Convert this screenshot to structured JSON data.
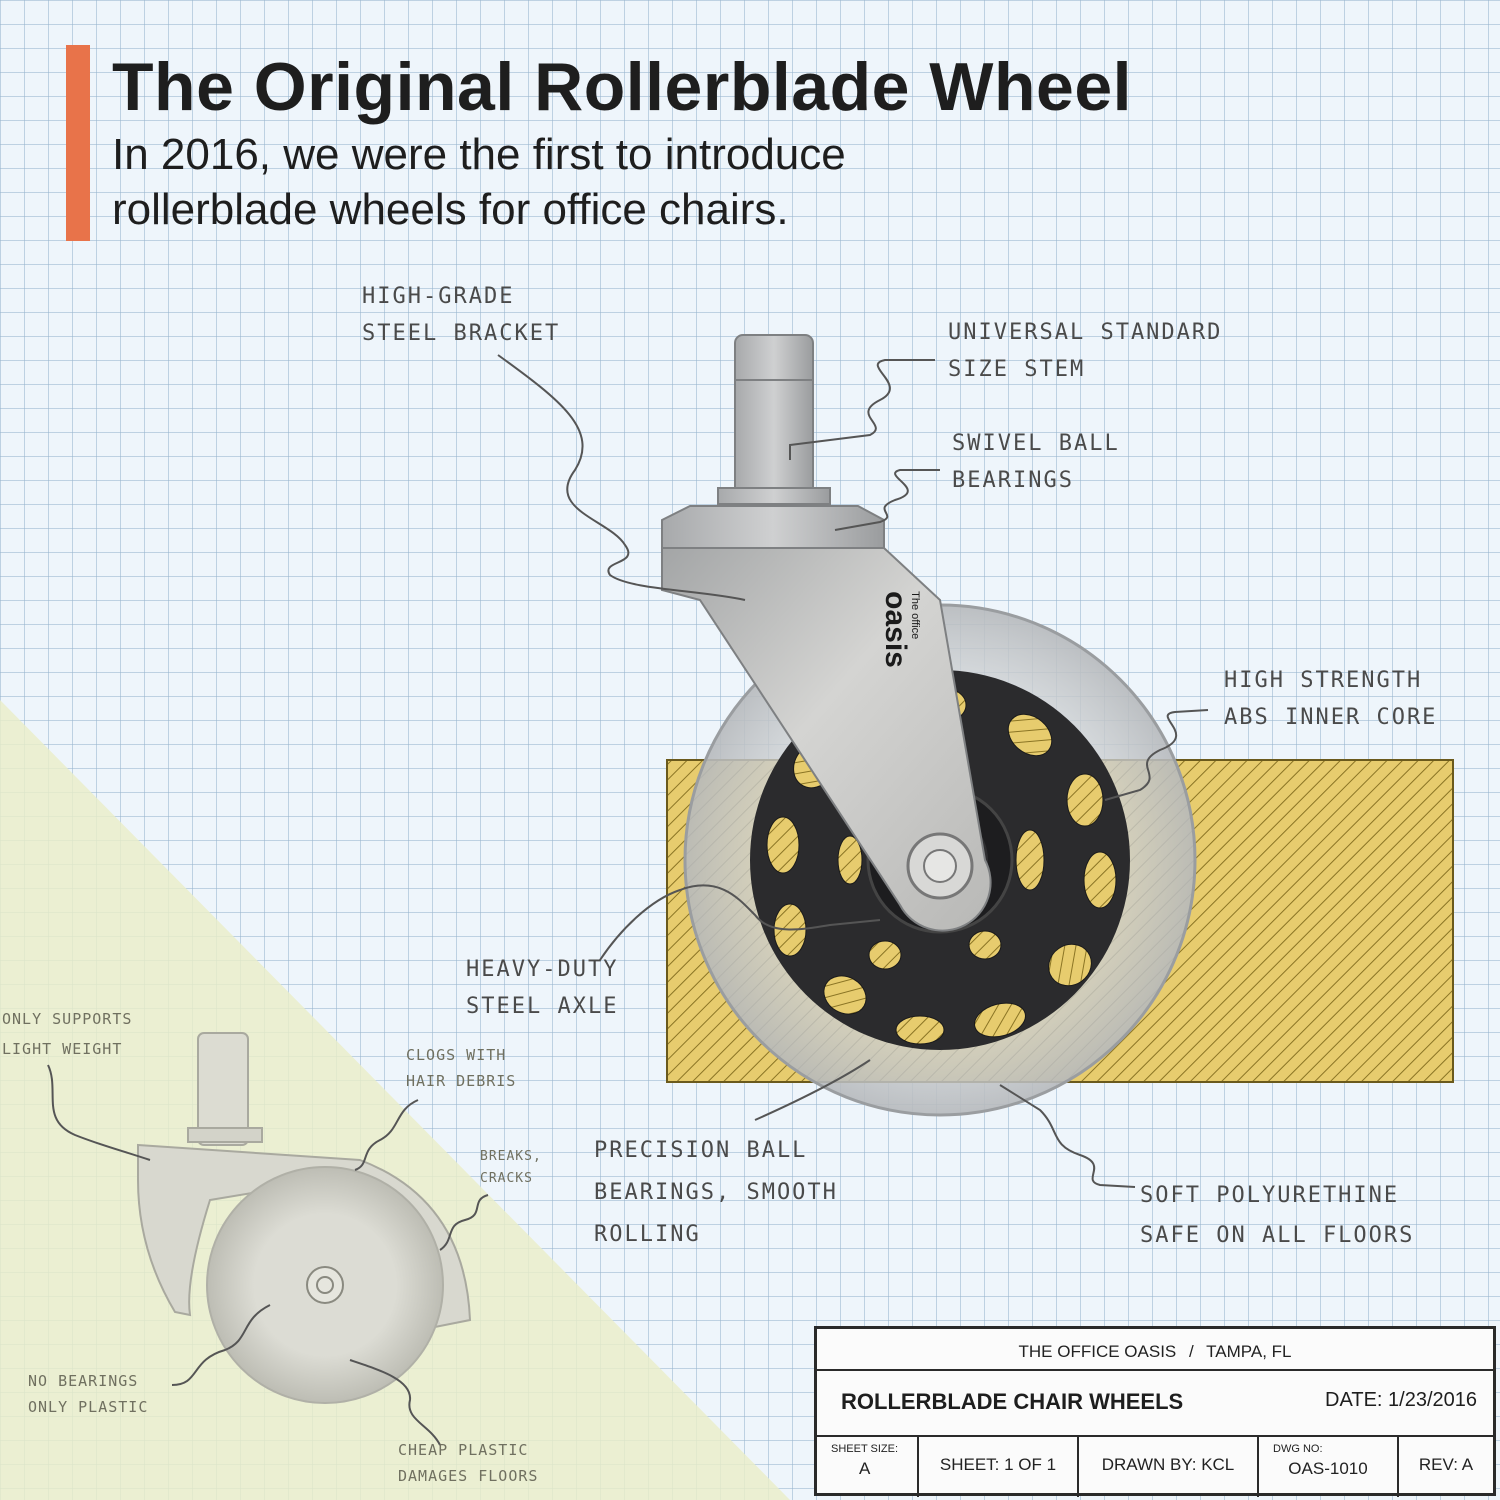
{
  "header": {
    "title": "The Original Rollerblade Wheel",
    "subtitle_line1": "In 2016, we were the first to introduce",
    "subtitle_line2": "rollerblade wheels for office chairs."
  },
  "colors": {
    "accent": "#e8734a",
    "hatch_fill": "#e7cc6e",
    "core": "#2b2b2d",
    "grid_bg": "#eef5fb",
    "comparison_bg": "#eaeec8"
  },
  "logo": {
    "small": "The office",
    "large": "oasis"
  },
  "callouts": {
    "bracket": [
      "High-grade",
      "steel bracket"
    ],
    "stem": [
      "Universal standard",
      "size stem"
    ],
    "swivel": [
      "Swivel ball",
      "bearings"
    ],
    "core": [
      "High strength",
      "ABS inner core"
    ],
    "axle": [
      "Heavy-duty",
      "steel axle"
    ],
    "precision": [
      "Precision ball",
      "bearings, smooth",
      "rolling"
    ],
    "soft": [
      "Soft polyurethine",
      "safe on all floors"
    ]
  },
  "comparison": {
    "light": [
      "Only supports",
      "light weight"
    ],
    "clogs": [
      "Clogs with",
      "hair debris"
    ],
    "breaks": [
      "Breaks,",
      "cracks"
    ],
    "nobear": [
      "No bearings",
      "only plastic"
    ],
    "cheap": [
      "Cheap plastic",
      "damages floors"
    ]
  },
  "title_block": {
    "company": "THE OFFICE OASIS",
    "location": "TAMPA, FL",
    "separator": "/",
    "drawing_name": "ROLLERBLADE CHAIR WHEELS",
    "date": "DATE: 1/23/2016",
    "sheet_size_label": "SHEET SIZE:",
    "sheet_size_value": "A",
    "sheet": "SHEET: 1 OF 1",
    "drawn_by": "DRAWN BY: KCL",
    "dwg_label": "DWG NO:",
    "dwg_value": "OAS-1010",
    "rev": "REV: A"
  }
}
